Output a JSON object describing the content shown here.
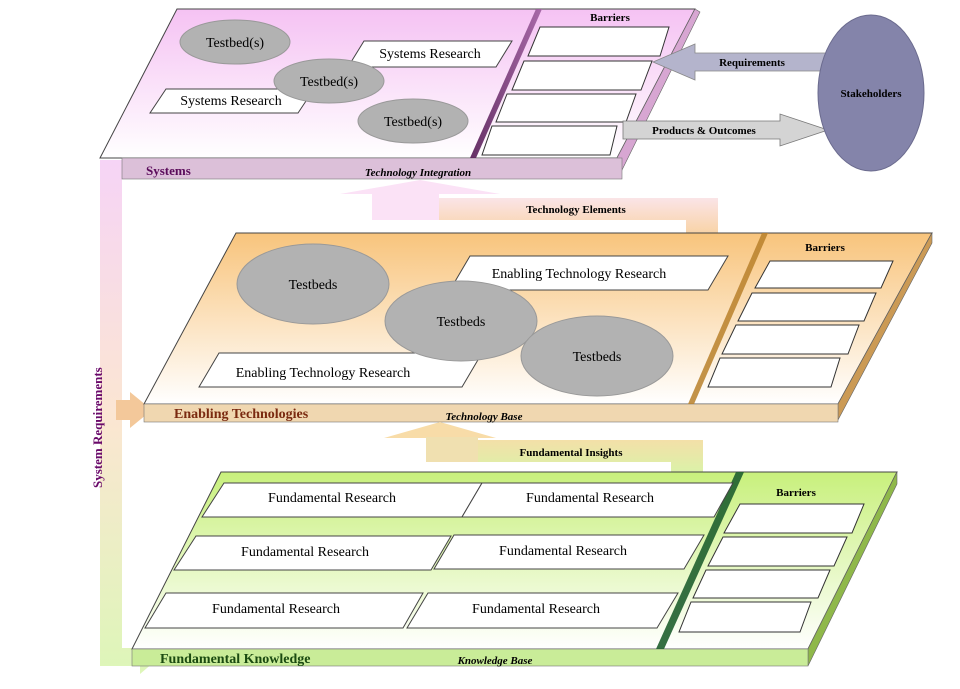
{
  "systems_layer": {
    "name": "Systems",
    "base_label": "Technology Integration",
    "testbeds": [
      "Testbed(s)",
      "Testbed(s)",
      "Testbed(s)"
    ],
    "research": [
      "Systems Research",
      "Systems Research"
    ],
    "barriers_label": "Barriers"
  },
  "enabling_layer": {
    "name": "Enabling Technologies",
    "base_label": "Technology Base",
    "testbeds": [
      "Testbeds",
      "Testbeds",
      "Testbeds"
    ],
    "research": [
      "Enabling Technology Research",
      "Enabling Technology Research"
    ],
    "barriers_label": "Barriers"
  },
  "fundamental_layer": {
    "name": "Fundamental Knowledge",
    "base_label": "Knowledge Base",
    "research": [
      "Fundamental Research",
      "Fundamental Research",
      "Fundamental Research",
      "Fundamental Research",
      "Fundamental Research",
      "Fundamental Research"
    ],
    "barriers_label": "Barriers"
  },
  "flows": {
    "technology_elements": "Technology Elements",
    "fundamental_insights": "Fundamental Insights",
    "requirements": "Requirements",
    "products_outcomes": "Products & Outcomes",
    "system_requirements": "System Requirements"
  },
  "stakeholders": "Stakeholders",
  "colors": {
    "systems": "#f3c8f0",
    "enabling": "#f8c884",
    "fundamental": "#cdf08a",
    "ellipse": "#b0b0b0",
    "stakeholder": "#8888b0"
  }
}
